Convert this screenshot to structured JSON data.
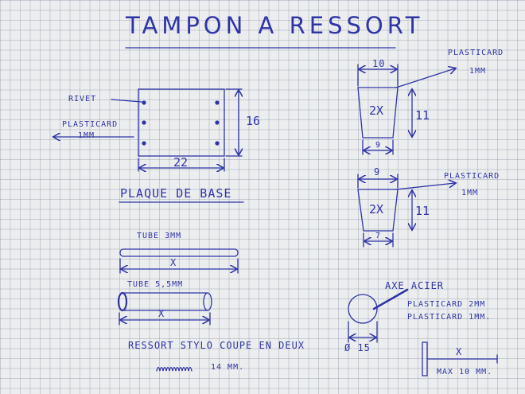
{
  "title": "TAMPON A RESSORT",
  "base_plate": {
    "rivet_label": "RIVET",
    "plasticard_label_1": "PLASTICARD",
    "plasticard_label_2": "1MM",
    "height": "16",
    "width": "22",
    "caption": "PLAQUE DE BASE"
  },
  "block_top": {
    "top_width": "10",
    "center_text": "2X",
    "height": "11",
    "bottom_width": "9",
    "note_1": "PLASTICARD",
    "note_2": "1MM"
  },
  "block_bottom": {
    "top_width": "9",
    "center_text": "2X",
    "height": "11",
    "bottom_width": "7",
    "note_1": "PLASTICARD",
    "note_2": "1MM"
  },
  "tube_small": {
    "label": "TUBE 3MM",
    "length": "X"
  },
  "tube_large": {
    "label": "TUBE 5,5MM",
    "length": "X"
  },
  "axle": {
    "label": "AXE ACIER",
    "material_1": "PLASTICARD 2MM",
    "material_2": "PLASTICARD 1MM.",
    "diameter": "Ø 15"
  },
  "spring": {
    "caption": "RESSORT STYLO COUPE EN DEUX",
    "length": "14 MM."
  },
  "piston": {
    "length": "X",
    "max": "MAX 10 MM."
  },
  "colors": {
    "ink": "#2e35a6",
    "paper": "#ecedee"
  }
}
